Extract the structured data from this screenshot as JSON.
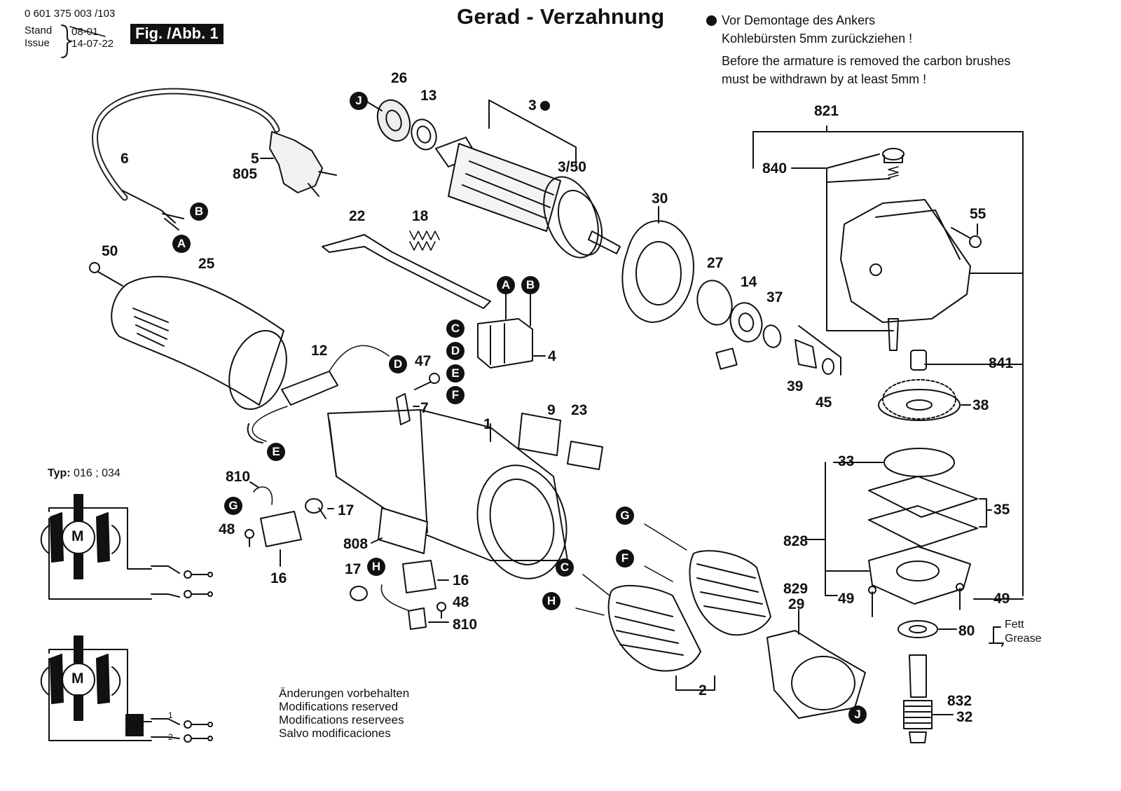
{
  "header": {
    "part_number": "0 601 375 003 /103",
    "stand_label": "Stand",
    "issue_label": "Issue",
    "stand_date": "08-01",
    "issue_date": "14-07-22",
    "figure_label": "Fig. /Abb. 1",
    "title": "Gerad - Verzahnung"
  },
  "note": {
    "line_de_1": "Vor Demontage des Ankers",
    "line_de_2": "Kohlebürsten 5mm zurückziehen !",
    "line_en_1": "Before the armature is removed the carbon brushes",
    "line_en_2": "must be withdrawn by at least 5mm !"
  },
  "part_labels": {
    "p26": "26",
    "p13": "13",
    "p3": "3",
    "p3_50": "3/50",
    "p821": "821",
    "p840": "840",
    "p55": "55",
    "p6": "6",
    "p5": "5",
    "p805": "805",
    "p22": "22",
    "p18": "18",
    "p30": "30",
    "p27": "27",
    "p14": "14",
    "p37": "37",
    "p50": "50",
    "p25": "25",
    "p4": "4",
    "p12": "12",
    "p47": "47",
    "p7": "7",
    "p39": "39",
    "p45": "45",
    "p841": "841",
    "p38": "38",
    "p1": "1",
    "p9": "9",
    "p23": "23",
    "p33": "33",
    "p35": "35",
    "p810a": "810",
    "p17a": "17",
    "p48a": "48",
    "p16a": "16",
    "p808": "808",
    "p828": "828",
    "p17b": "17",
    "p16b": "16",
    "p48b": "48",
    "p810b": "810",
    "p49a": "49",
    "p49b": "49",
    "p829": "829",
    "p29": "29",
    "p80": "80",
    "p2": "2",
    "p832": "832",
    "p32": "32"
  },
  "grease": {
    "de": "Fett",
    "en": "Grease"
  },
  "type_label": {
    "prefix": "Typ:",
    "value": "016 ; 034"
  },
  "motor_symbol": "M",
  "switch_digits": {
    "one": "1",
    "two": "2"
  },
  "badges": {
    "J": "J",
    "B": "B",
    "A": "A",
    "C": "C",
    "D": "D",
    "E": "E",
    "F": "F",
    "G": "G",
    "H": "H"
  },
  "modifications": {
    "de": "Änderungen vorbehalten",
    "en": "Modifications reserved",
    "fr": "Modifications reservees",
    "es": "Salvo modificaciones"
  }
}
